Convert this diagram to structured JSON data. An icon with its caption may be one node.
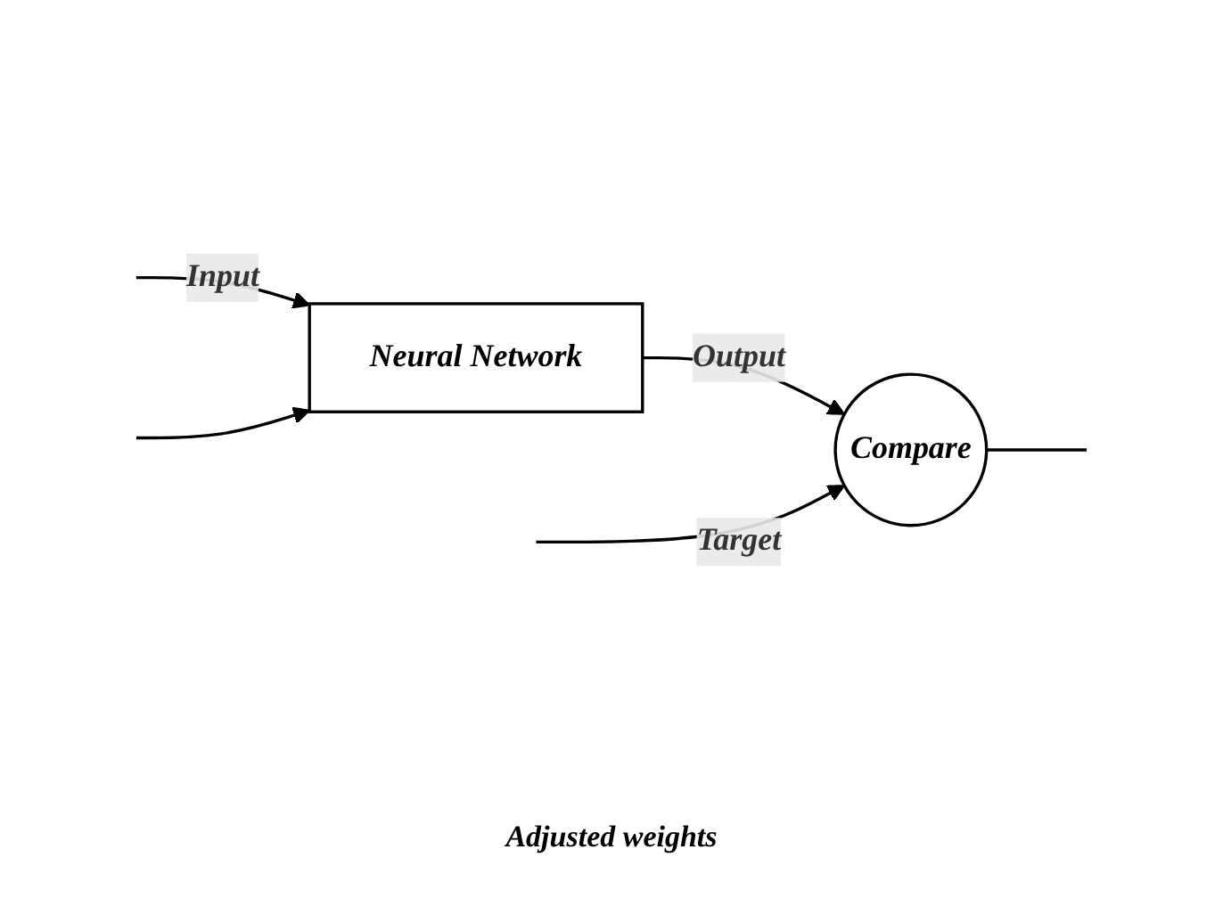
{
  "diagram": {
    "nodes": [
      {
        "text": [
          "Neural Network"
        ]
      },
      {
        "text": [
          "Compare"
        ]
      }
    ],
    "edges": [
      {
        "from": null,
        "to": 0,
        "arrow": "to",
        "label": "Input"
      },
      {
        "from": 0,
        "to": 1,
        "arrow": "to",
        "label": "Output"
      },
      {
        "from": null,
        "to": 1,
        "arrow": "to",
        "label": "Target"
      },
      {
        "from": 1,
        "to": null,
        "arrow": "none"
      },
      {
        "from": null,
        "to": 0,
        "arrow": "to"
      }
    ],
    "labels": [
      "Adjusted weights"
    ]
  }
}
